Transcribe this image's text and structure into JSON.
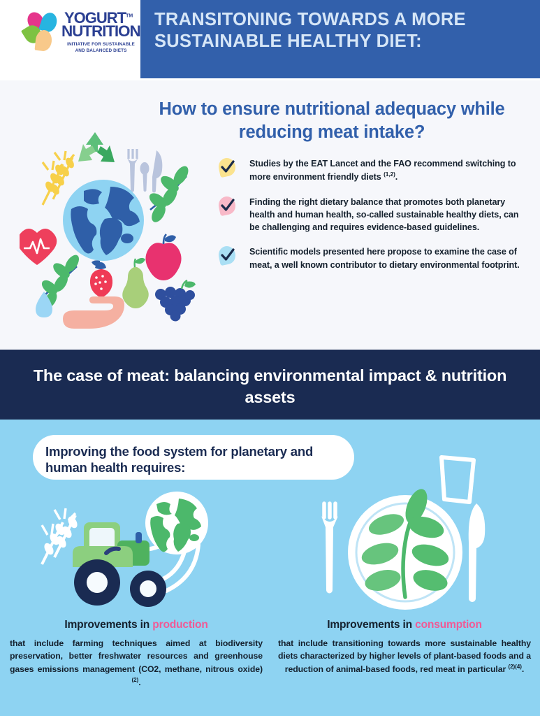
{
  "header": {
    "title": "TRANSITONING TOWARDS A MORE SUSTAINABLE HEALTHY DIET:",
    "band_color": "#3260ab",
    "title_color": "#d6e6f7",
    "logo": {
      "word1": "YOGURT",
      "word2": "NUTRITION",
      "trademark": "TM",
      "tagline": "INITIATIVE FOR SUSTAINABLE AND BALANCED DIETS",
      "petal_colors": [
        "#e5358b",
        "#27b4e0",
        "#7ec242",
        "#f8c98a"
      ],
      "text_color": "#2b3f92"
    }
  },
  "question_section": {
    "title": "How to ensure nutritional adequacy while reducing meat intake?",
    "title_color": "#3260ab",
    "background": "#f6f7fb",
    "bullets": [
      {
        "check_color": "#fbe38f",
        "text": "Studies by the EAT Lancet and the FAO recommend switching to more environment friendly diets",
        "footnote": "(1,2)",
        "trailing": "."
      },
      {
        "check_color": "#f8b9c8",
        "text": "Finding the right dietary balance that promotes both planetary health and human health, so-called sustainable healthy diets, can be challenging and requires evidence-based guidelines.",
        "footnote": "",
        "trailing": ""
      },
      {
        "check_color": "#aadff4",
        "text": "Scientific models presented here propose to examine the case of meat, a well known contributor to dietary environmental footprint.",
        "footnote": "",
        "trailing": ""
      }
    ],
    "illustration_items": [
      "globe-icon",
      "wheat-icon",
      "recycle-icon",
      "cutlery-icon",
      "heart-rate-icon",
      "leaf-branch-icon",
      "apple-icon",
      "pear-icon",
      "strawberry-icon",
      "grapes-icon",
      "water-drop-icon",
      "hand-icon"
    ]
  },
  "banner": {
    "title": "The case of meat: balancing environmental impact & nutrition assets",
    "background": "#1a2b52",
    "text_color": "#ffffff"
  },
  "food_system_section": {
    "background": "#8ed3f2",
    "pill_text": "Improving the food system for planetary and human health requires:",
    "pill_background": "#ffffff",
    "pill_text_color": "#1a2b52",
    "columns": [
      {
        "heading_prefix": "Improvements in ",
        "heading_accent": "production",
        "accent_color": "#f05a96",
        "body": "that include farming techniques aimed at biodiversity preservation, better freshwater resources and greenhouse gases emissions management (CO2, methane, nitrous oxide)",
        "footnote": "(2)",
        "trailing": ".",
        "illustration": "tractor-globe-wheat-icon"
      },
      {
        "heading_prefix": "Improvements in ",
        "heading_accent": "consumption",
        "accent_color": "#f05a96",
        "body": "that include transitioning towards more sustainable healthy diets characterized by higher levels of plant-based foods and a reduction of animal-based foods, red meat in particular",
        "footnote": "(2)(4)",
        "trailing": ".",
        "illustration": "plate-plant-cutlery-glass-icon"
      }
    ]
  }
}
